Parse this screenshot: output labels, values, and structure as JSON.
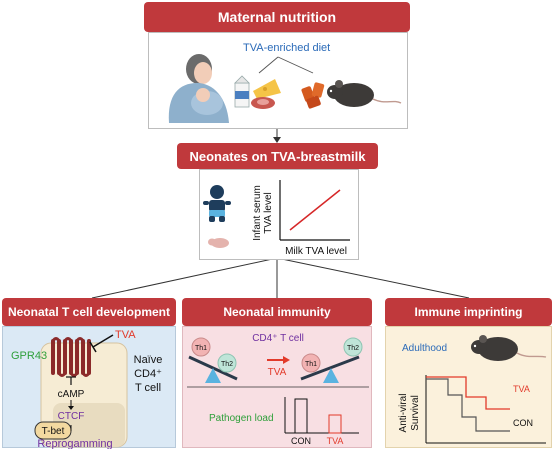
{
  "maternal": {
    "title": "Maternal nutrition",
    "diet_label": "TVA-enriched diet"
  },
  "neonates": {
    "title": "Neonates on TVA-breastmilk",
    "ylabel_line1": "Infant serum",
    "ylabel_line2": "TVA level",
    "xlabel": "Milk TVA level"
  },
  "panel_tcell": {
    "title": "Neonatal T cell development",
    "tva": "TVA",
    "gpr43": "GPR43",
    "camp": "cAMP",
    "ctcf": "CTCF",
    "tbet": "T-bet",
    "reprogramming": "Reprogamming",
    "naive_l1": "Naïve",
    "naive_l2": "CD4⁺",
    "naive_l3": "T cell"
  },
  "panel_immunity": {
    "title": "Neonatal immunity",
    "cd4": "CD4⁺ T cell",
    "th1": "Th1",
    "th2": "Th2",
    "tva": "TVA",
    "pathogen": "Pathogen load",
    "con": "CON",
    "tva_bar": "TVA"
  },
  "panel_imprint": {
    "title": "Immune imprinting",
    "adulthood": "Adulthood",
    "ylabel_line1": "Anti-viral",
    "ylabel_line2": "Survival",
    "tva": "TVA",
    "con": "CON"
  },
  "colors": {
    "header_red": "#c0393c",
    "blue_panel": "#dbe9f5",
    "pink_panel": "#f8dfe3",
    "yellow_panel": "#fbf1dc",
    "tva_red": "#e23a2a",
    "purple": "#7030a0",
    "green": "#2e9f3a",
    "blue_text": "#2a6ab8"
  }
}
